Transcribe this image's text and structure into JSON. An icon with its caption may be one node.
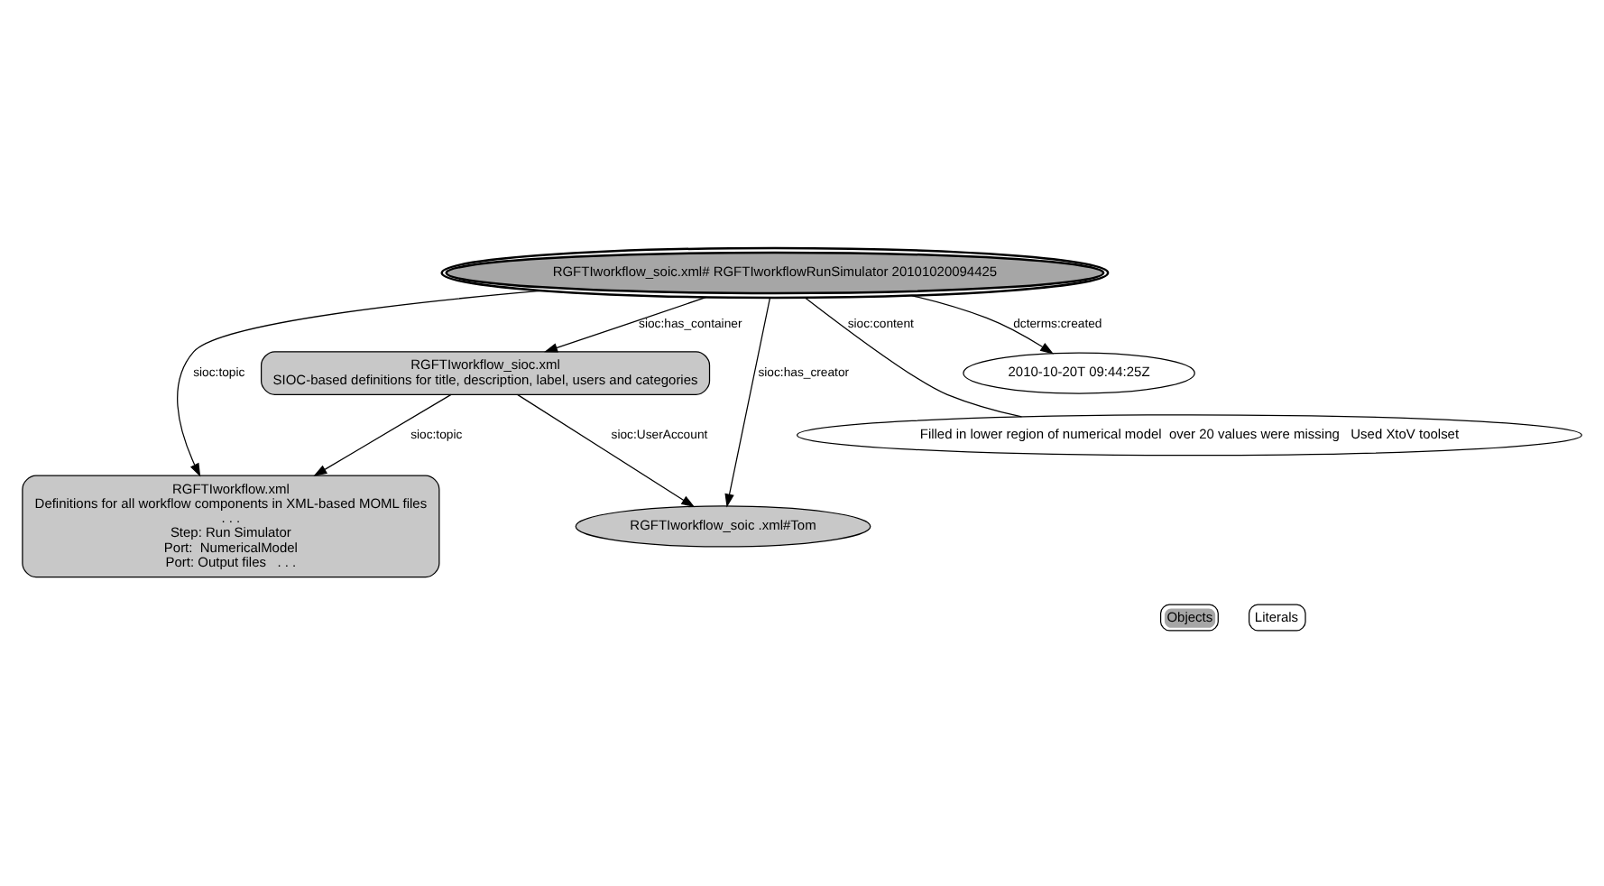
{
  "diagram": {
    "nodes": [
      {
        "text": [
          "RGFTIworkflow_sioc.xml",
          "SIOC-based definitions for title, description, label, users and categories"
        ]
      },
      {
        "text": [
          "RGFTIworkflow.xml",
          "Definitions for all workflow components in XML-based MOML files",
          ". . .",
          "Step: Run Simulator",
          "Port:  NumericalModel",
          "Port: Output files   . . ."
        ]
      },
      {
        "text": [
          "RGFTIworkflow_soic .xml#Tom"
        ]
      },
      {
        "text": [
          "RGFTIworkflow_soic.xml# RGFTIworkflowRunSimulator 20101020094425"
        ]
      },
      {
        "text": [
          "Filled in lower region of numerical model  over 20 values were missing   Used XtoV toolset"
        ]
      },
      {
        "text": [
          "2010-10-20T 09:44:25Z"
        ]
      }
    ],
    "edges": [
      {
        "from": 0,
        "to": 1,
        "arrow": "to",
        "label": "sioc:topic"
      },
      {
        "from": 0,
        "to": 2,
        "arrow": "to",
        "label": "sioc:UserAccount"
      },
      {
        "from": 3,
        "to": 0,
        "arrow": "to",
        "label": "sioc:has_container"
      },
      {
        "from": 3,
        "to": 1,
        "arrow": "to",
        "label": "sioc:topic"
      },
      {
        "from": 3,
        "to": 2,
        "arrow": "to",
        "label": "sioc:has_creator"
      },
      {
        "from": 3,
        "to": 4,
        "arrow": "none",
        "label": "sioc:content"
      },
      {
        "from": 3,
        "to": 5,
        "arrow": "to",
        "label": "dcterms:created"
      }
    ],
    "legend": [
      {
        "text": "Objects",
        "color": "#a6a6a6"
      },
      {
        "text": "Literals",
        "color": "#ffffff"
      }
    ]
  }
}
